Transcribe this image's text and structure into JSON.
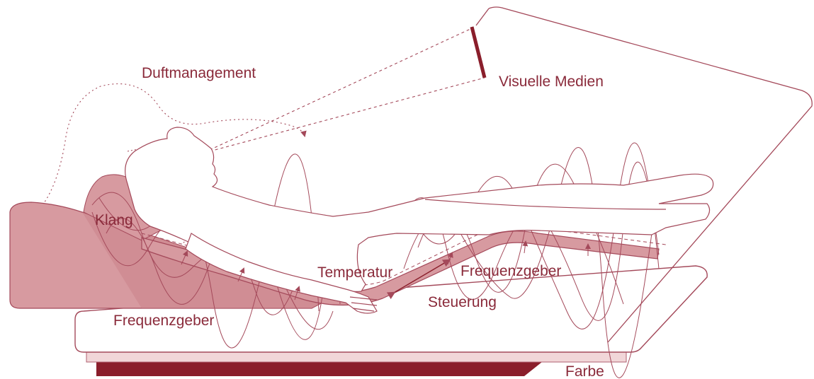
{
  "labels": {
    "duftmanagement": "Duftmanagement",
    "visuelle_medien": "Visuelle Medien",
    "klang": "Klang",
    "temperatur": "Temperatur",
    "frequenzgeber_right": "Frequenzgeber",
    "steuerung": "Steuerung",
    "frequenzgeber_left": "Frequenzgeber",
    "farbe": "Farbe"
  },
  "colors": {
    "accent": "#8a2a3a",
    "line": "#a4495a",
    "fill_light": "#e9c2c4",
    "fill_medium": "#d79aa0",
    "base_dark": "#8a1e2b"
  },
  "icons": [
    "lying-person-outline",
    "screen-bar",
    "wave-lines",
    "arrow-up"
  ]
}
